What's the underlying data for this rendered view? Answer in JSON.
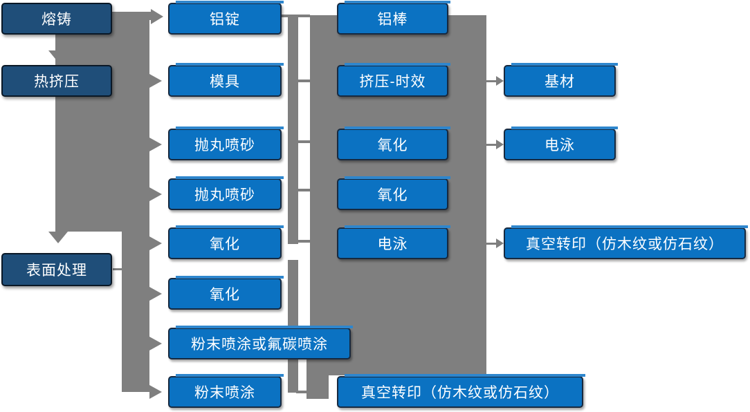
{
  "nodes": {
    "melting": "熔铸",
    "hot_extrusion": "热挤压",
    "surface_treatment": "表面处理",
    "aluminum_ingot": "铝锭",
    "mold": "模具",
    "shot_blasting_1": "抛丸喷砂",
    "shot_blasting_2": "抛丸喷砂",
    "oxidation_1": "氧化",
    "oxidation_2": "氧化",
    "powder_or_fluorocarbon_coating": "粉末喷涂或氟碳喷涂",
    "powder_coating": "粉末喷涂",
    "aluminum_rod": "铝棒",
    "extrusion_aging": "挤压-时效",
    "oxidation_3": "氧化",
    "oxidation_4": "氧化",
    "electrophoresis_1": "电泳",
    "vacuum_transfer_1": "真空转印（仿木纹或仿石纹）",
    "base_material": "基材",
    "electrophoresis_2": "电泳",
    "vacuum_transfer_2": "真空转印（仿木纹或仿石纹）"
  },
  "colors": {
    "dark_box_fill": "#1F4E79",
    "light_box_fill": "#0B72C2",
    "box_border": "#17293F",
    "box_top_highlight": "#2E86CD",
    "connector_gray": "#7F7F7F",
    "text": "#FFFFFF",
    "background": "#FFFFFF"
  }
}
